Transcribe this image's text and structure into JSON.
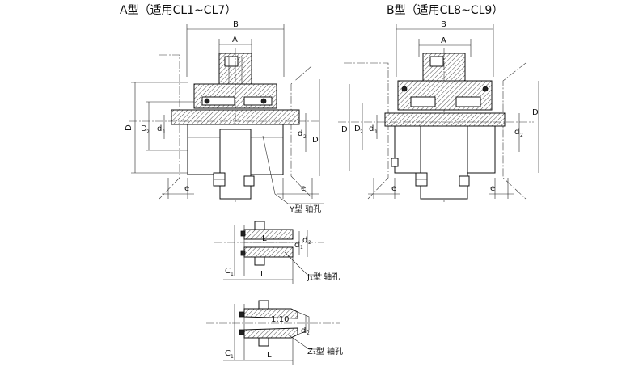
{
  "diagrams": {
    "type_a": {
      "title": "A型（适用CL1~CL7）",
      "labels": {
        "B": "B",
        "A": "A",
        "D": "D",
        "D2": "D",
        "D2_sub": "2",
        "d1": "d",
        "d1_sub": "1",
        "d2": "d",
        "d2_sub": "2",
        "e_left": "e",
        "e_right": "e"
      },
      "bore_note": "Y型 轴孔"
    },
    "type_b": {
      "title": "B型（适用CL8~CL9）",
      "labels": {
        "B": "B",
        "A": "A",
        "D": "D",
        "D2": "D",
        "D2_sub": "2",
        "d1": "d",
        "d1_sub": "1",
        "d2": "d",
        "d2_sub": "2",
        "e_left": "e",
        "e_right": "e"
      }
    },
    "bore_j1": {
      "labels": {
        "L": "L",
        "C1": "C",
        "C1_sub": "1",
        "d1": "d",
        "d1_sub": "1",
        "d2": "d",
        "d2_sub": "2"
      },
      "note": "J₁型 轴孔"
    },
    "bore_z1": {
      "labels": {
        "L": "L",
        "C1": "C",
        "C1_sub": "1",
        "taper": "1:10",
        "d": "d",
        "d_sub": "2"
      },
      "note": "Z₁型 轴孔"
    }
  }
}
